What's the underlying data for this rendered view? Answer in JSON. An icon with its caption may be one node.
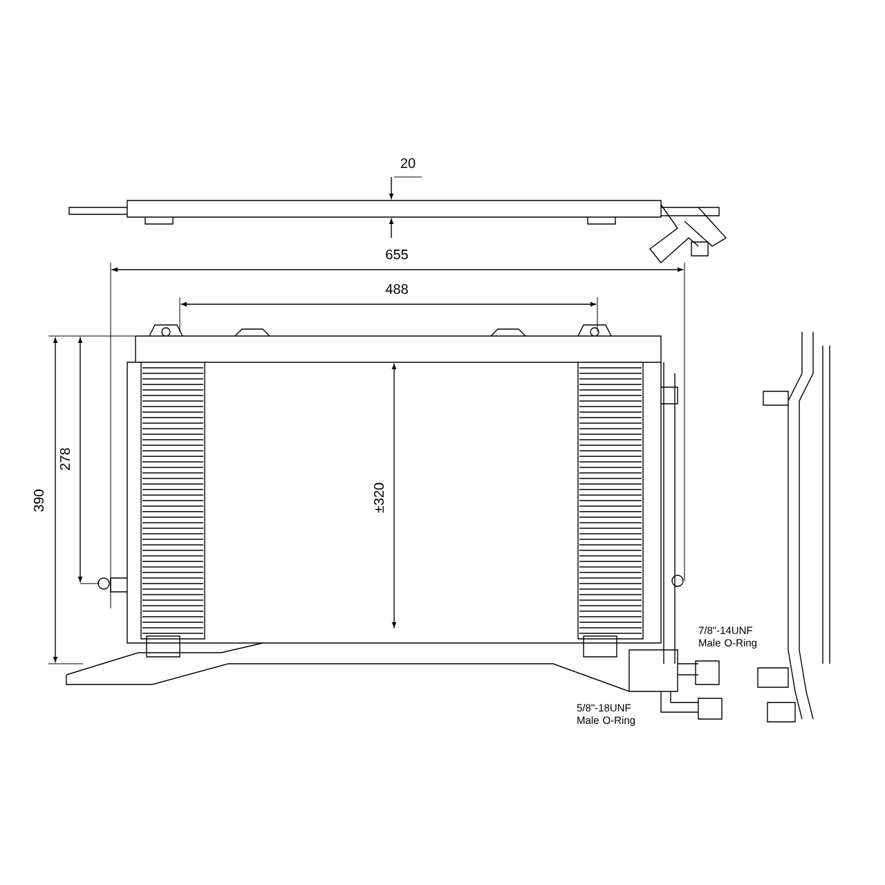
{
  "diagram": {
    "labels": [
      "20",
      "655",
      "488",
      "390",
      "278",
      "±320",
      "7/8\"-14UNF Male O-Ring",
      "5/8\"-18UNF Male O-Ring"
    ]
  }
}
